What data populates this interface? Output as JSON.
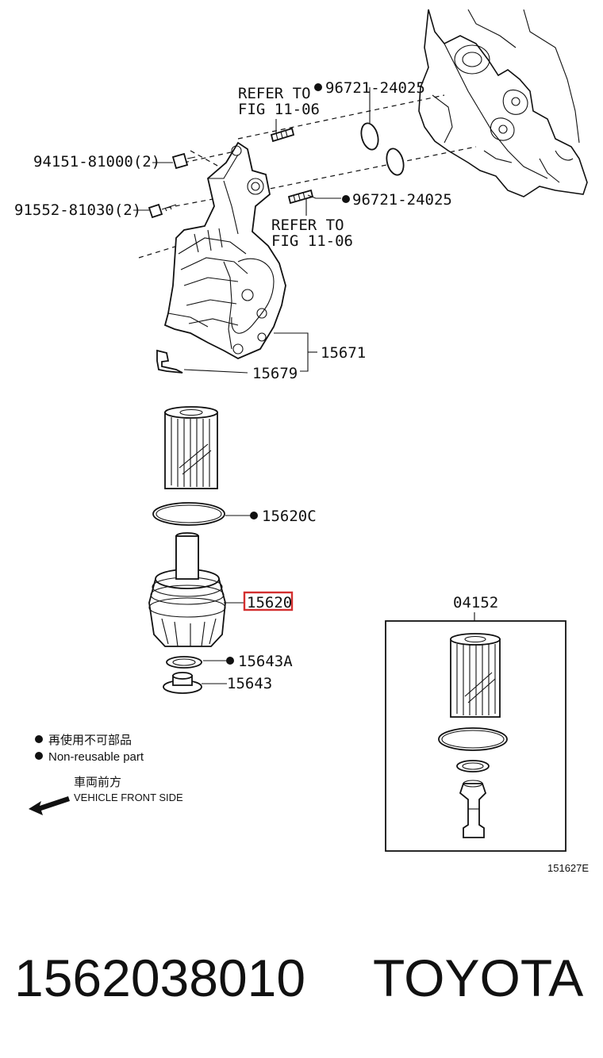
{
  "callouts": {
    "refer_fig_top_1": "REFER TO",
    "refer_fig_top_2": "FIG 11-06",
    "refer_fig_mid_1": "REFER TO",
    "refer_fig_mid_2": "FIG 11-06",
    "oring_upper": "96721-24025",
    "oring_lower": "96721-24025",
    "bolt_1": "94151-81000(2)",
    "bolt_2": "91552-81030(2)",
    "bracket": "15671",
    "plate": "15679",
    "element_gasket": "15620C",
    "filter_cap": "15620",
    "drain_gasket": "15643A",
    "drain_plug": "15643",
    "kit": "04152"
  },
  "legend": {
    "nonreusable_jp": "再使用不可部品",
    "nonreusable_en": "Non-reusable part",
    "front_jp": "車両前方",
    "front_en": "VEHICLE FRONT SIDE"
  },
  "figure_id": "151627E",
  "footer": {
    "part_number": "1562038010",
    "brand": "TOYOTA"
  },
  "colors": {
    "highlight": "#d32f2f",
    "ink": "#111111"
  }
}
